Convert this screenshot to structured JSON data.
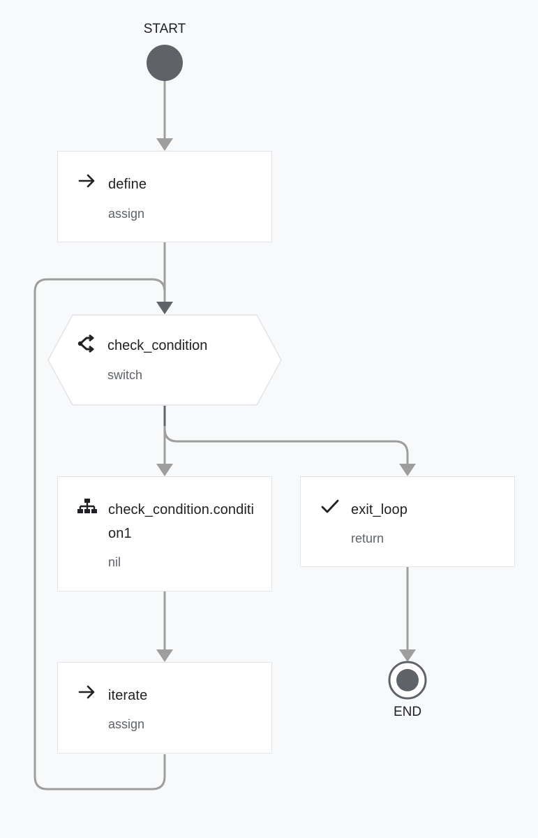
{
  "start": {
    "label": "START"
  },
  "end": {
    "label": "END"
  },
  "nodes": {
    "define": {
      "title": "define",
      "type": "assign",
      "icon": "arrow-right-icon"
    },
    "check_condition": {
      "title": "check_condition",
      "type": "switch",
      "icon": "branch-icon"
    },
    "condition1": {
      "title": "check_condition.condition1",
      "type": "nil",
      "icon": "hierarchy-icon"
    },
    "exit_loop": {
      "title": "exit_loop",
      "type": "return",
      "icon": "checkmark-icon"
    },
    "iterate": {
      "title": "iterate",
      "type": "assign",
      "icon": "arrow-right-icon"
    }
  },
  "colors": {
    "edge": "#9e9e9e",
    "edge_dark": "#5f6368",
    "terminal": "#5f6368",
    "node_border": "#e2e4e7",
    "background": "#f8f9fa"
  }
}
